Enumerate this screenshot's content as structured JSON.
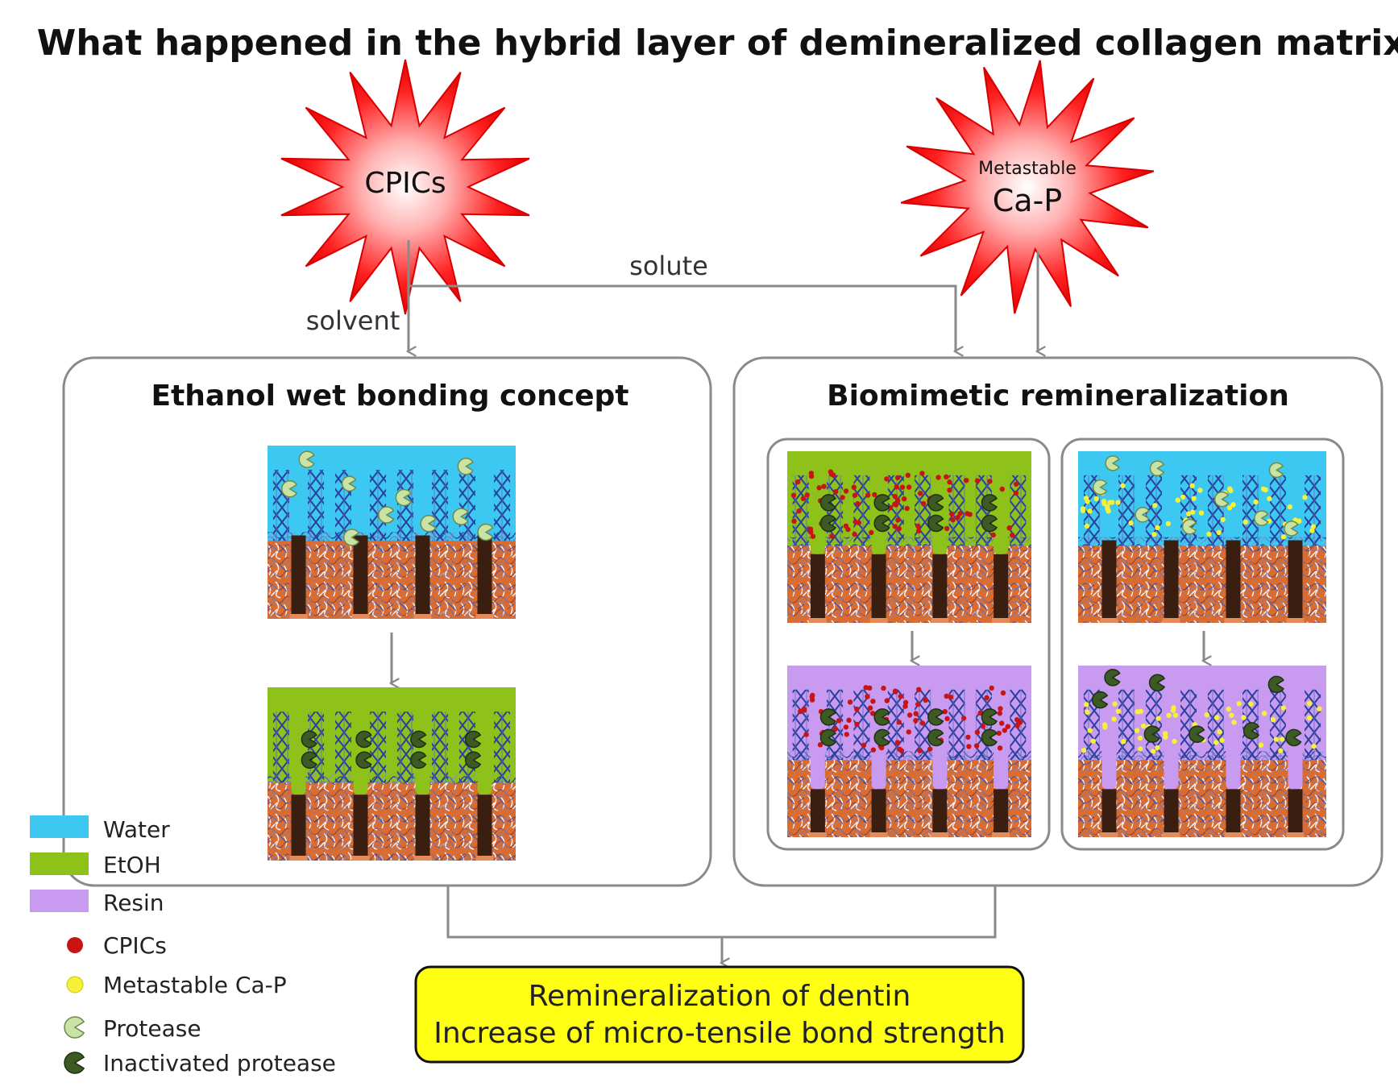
{
  "title": "What happened in the hybrid layer of demineralized collagen matrix?",
  "sources": {
    "cpics": "CPICs",
    "metastable_small": "Metastable",
    "metastable_big": "Ca-P"
  },
  "arrows": {
    "solvent": "solvent",
    "solute": "solute"
  },
  "panels": {
    "left_title": "Ethanol wet bonding concept",
    "right_title": "Biomimetic remineralization"
  },
  "outcome": {
    "line1": "Remineralization of dentin",
    "line2": "Increase of micro-tensile bond strength"
  },
  "legend": {
    "water": "Water",
    "etoh": "EtOH",
    "resin": "Resin",
    "cpics": "CPICs",
    "metastable": "Metastable Ca-P",
    "protease": "Protease",
    "inactivated": "Inactivated protease"
  },
  "colors": {
    "water": "#3cc8f0",
    "etoh": "#8ec21a",
    "resin": "#c89af0",
    "cpics_dot": "#c81414",
    "metastable_dot": "#f5f03a",
    "protease": "#c9e3a5",
    "inactivated": "#3d5a25",
    "star": "#ff1a1a",
    "outcome_fill": "#ffff14",
    "dentin": "#e06a28",
    "tubule": "#3a1e10",
    "fibril": "#2a3f9e"
  }
}
